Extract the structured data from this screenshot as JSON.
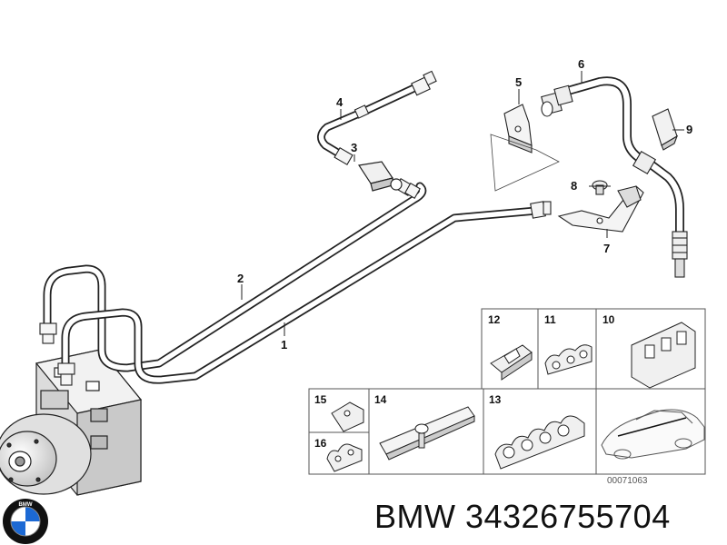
{
  "callouts": {
    "c1": "1",
    "c2": "2",
    "c3": "3",
    "c4": "4",
    "c5": "5",
    "c6": "6",
    "c7": "7",
    "c8": "8",
    "c9": "9",
    "c10": "10",
    "c11": "11",
    "c12": "12",
    "c13": "13",
    "c14": "14",
    "c15": "15",
    "c16": "16"
  },
  "document_number": "00071063",
  "caption": "BMW 34326755704",
  "logo": {
    "text": "BMW",
    "colors": {
      "blue": "#1c69d4",
      "white": "#ffffff",
      "black": "#111111"
    }
  },
  "colors": {
    "line": "#222222",
    "tube_fill": "#ffffff",
    "shade": "#d9d9d9",
    "box_border": "#555555"
  }
}
